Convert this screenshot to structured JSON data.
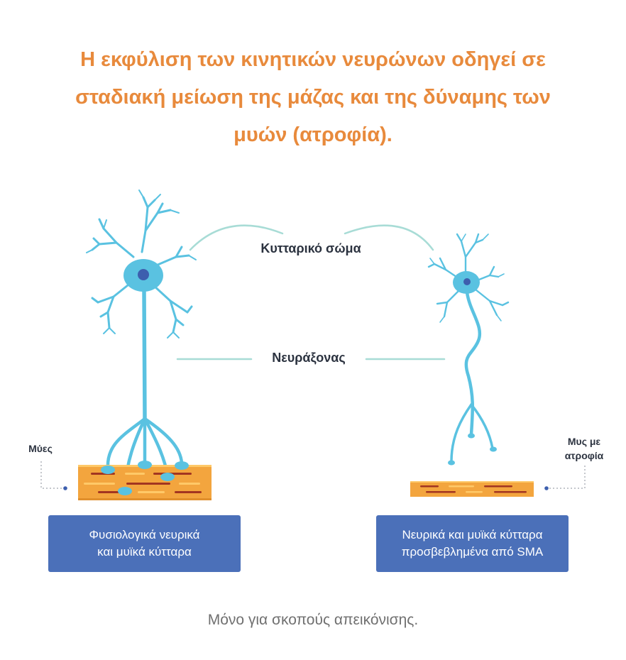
{
  "title": {
    "lines": [
      "Η εκφύλιση των κινητικών νευρώνων οδηγεί σε",
      "σταδιακή μείωση της μάζας και της δύναμης των",
      "μυών (ατροφία)."
    ]
  },
  "labels": {
    "cell_body": "Κυτταρικό σώμα",
    "axon": "Νευράξονας",
    "muscle": "Μύες",
    "atrophied_muscle_line1": "Μυς με",
    "atrophied_muscle_line2": "ατροφία"
  },
  "captions": {
    "normal_line1": "Φυσιολογικά νευρικά",
    "normal_line2": "και μυϊκά κύτταρα",
    "sma_line1": "Νευρικά και μυϊκά κύτταρα",
    "sma_line2": "προσβεβλημένα από SMA"
  },
  "footer": "Μόνο για σκοπούς απεικόνισης.",
  "colors": {
    "title": "#e88a3c",
    "neuron": "#5ac2e1",
    "nucleus": "#3d5fae",
    "muscle": "#f3a53e",
    "muscle_stripe_dark": "#a23521",
    "muscle_stripe_light": "#ffc968",
    "connector": "#a8dcd6",
    "caption_box": "#4b70b9"
  }
}
